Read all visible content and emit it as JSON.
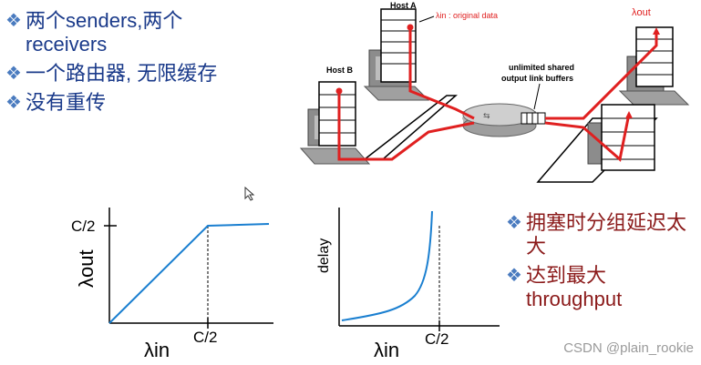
{
  "left_bullets": [
    "两个senders,两个receivers",
    "一个路由器, 无限缓存",
    "没有重传"
  ],
  "right_bullets": [
    "拥塞时分组延迟太大",
    "达到最大throughput"
  ],
  "network": {
    "host_a": "Host A",
    "host_b": "Host B",
    "lambda_in_label": "λin : original data",
    "lambda_out_label": "λout",
    "buffer_label_line1": "unlimited shared",
    "buffer_label_line2": "output link buffers"
  },
  "chart_left": {
    "ylabel": "λout",
    "xlabel": "λin",
    "ytick": "C/2",
    "xtick": "C/2"
  },
  "chart_right": {
    "ylabel": "delay",
    "xlabel": "λin",
    "xtick": "C/2"
  },
  "watermark": "CSDN @plain_rookie",
  "colors": {
    "accent": "#1a7fd0",
    "flow": "#e02020",
    "title_blue": "#1a3a8a",
    "dark_red": "#8b1a1a"
  }
}
